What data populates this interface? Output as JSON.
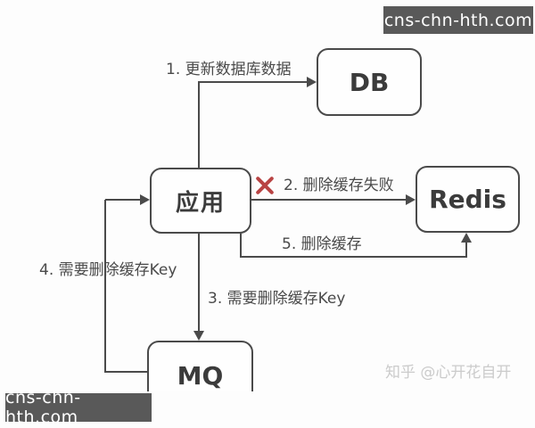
{
  "diagram": {
    "title_hint": "cache-delete-via-mq-flow",
    "nodes": {
      "db": {
        "label": "DB"
      },
      "app": {
        "label": "应用"
      },
      "redis": {
        "label": "Redis"
      },
      "mq": {
        "label": "MQ"
      }
    },
    "edges": {
      "step1": {
        "label": "1. 更新数据库数据",
        "from": "应用",
        "to": "DB"
      },
      "step2": {
        "label": "2. 删除缓存失败",
        "from": "应用",
        "to": "Redis",
        "status_icon": "x-mark"
      },
      "step3": {
        "label": "3. 需要删除缓存Key",
        "from": "应用",
        "to": "MQ"
      },
      "step4": {
        "label": "4. 需要删除缓存Key",
        "from": "MQ",
        "to": "应用"
      },
      "step5": {
        "label": "5. 删除缓存",
        "from": "应用",
        "to": "Redis"
      }
    },
    "colors": {
      "line": "#4a4a4a",
      "node_border": "#4a4a4a",
      "fail_red": "#b94444",
      "watermark_bg": "#595959",
      "watermark_text": "#ffffff",
      "credit_text": "#cbcbcb"
    }
  },
  "watermarks": {
    "top_right": "cns-chn-hth.com",
    "bottom_left": "cns-chn-hth.com",
    "credit": "知乎 @心开花自开"
  }
}
